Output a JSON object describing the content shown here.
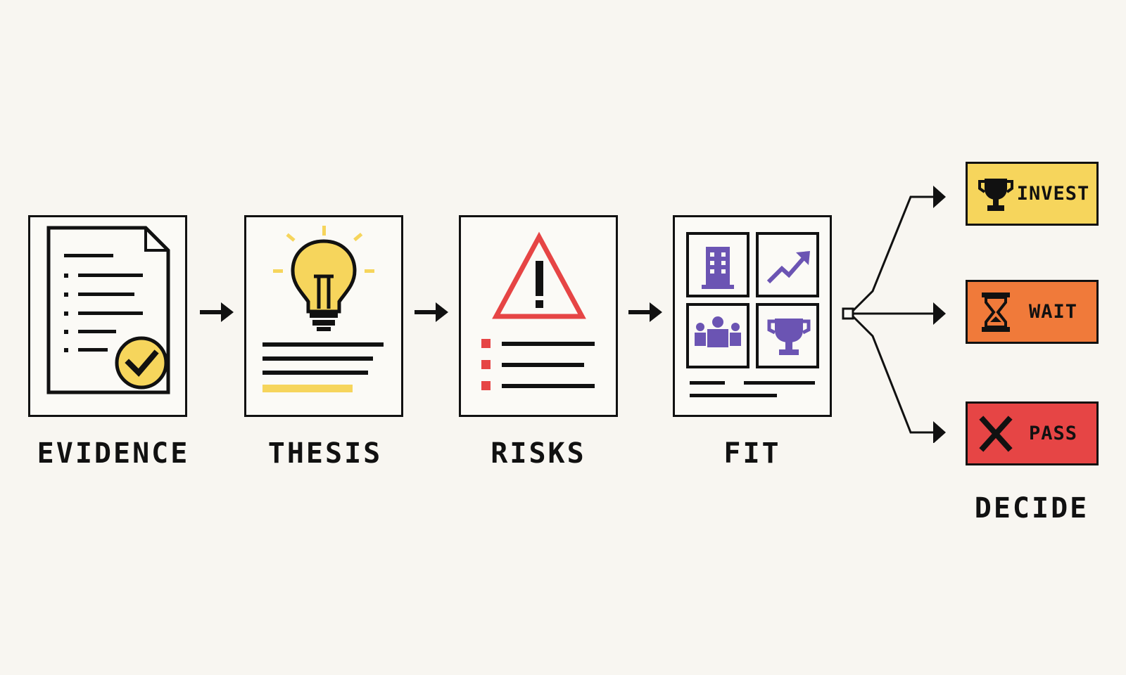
{
  "steps": [
    {
      "label": "EVIDENCE",
      "icon": "document-check-icon"
    },
    {
      "label": "THESIS",
      "icon": "lightbulb-icon"
    },
    {
      "label": "RISKS",
      "icon": "warning-triangle-icon"
    },
    {
      "label": "FIT",
      "icon": "fit-grid-icon"
    }
  ],
  "outcomes": [
    {
      "label": "INVEST",
      "icon": "trophy-icon",
      "color": "#f6d55c"
    },
    {
      "label": "WAIT",
      "icon": "hourglass-icon",
      "color": "#f07a3a"
    },
    {
      "label": "PASS",
      "icon": "x-mark-icon",
      "color": "#e64545"
    }
  ],
  "decide_label": "DECIDE",
  "colors": {
    "ink": "#111111",
    "yellow": "#f6d55c",
    "orange": "#f07a3a",
    "red": "#e64545",
    "purple": "#6b54b3",
    "background": "#f8f6f1"
  }
}
